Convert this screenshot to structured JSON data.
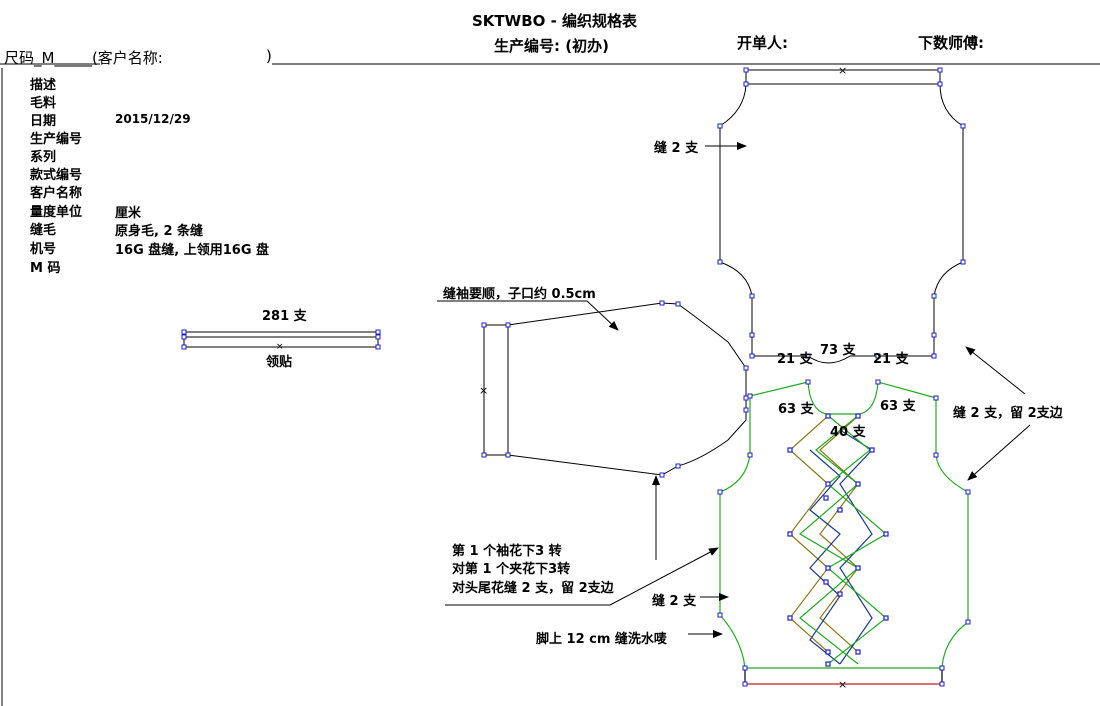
{
  "header": {
    "title": "SKTWBO - 编织规格表",
    "production_no": "生产编号: (初办)",
    "issuer": "开单人:",
    "master": "下数师傅:",
    "size_label": "尺码_M_____(客户名称:",
    "size_close": ")"
  },
  "specs": [
    {
      "label": "描述",
      "value": ""
    },
    {
      "label": "毛料",
      "value": ""
    },
    {
      "label": "日期",
      "value": "2015/12/29"
    },
    {
      "label": "生产编号",
      "value": ""
    },
    {
      "label": "系列",
      "value": ""
    },
    {
      "label": "款式编号",
      "value": ""
    },
    {
      "label": "客户名称",
      "value": ""
    },
    {
      "label": "量度单位",
      "value": "厘米"
    },
    {
      "label": "缝毛",
      "value": "原身毛, 2 条缝"
    },
    {
      "label": "机号",
      "value": "16G 盘缝, 上领用16G 盘"
    },
    {
      "label": "M 码",
      "value": ""
    }
  ],
  "collar": {
    "count": "281 支",
    "name": "领贴"
  },
  "annotations": {
    "sleeve_note": "缝袖要顺，子口约 0.5cm",
    "back_seam": "缝 2 支",
    "shoulder_left": "21 支",
    "neck_width": "73 支",
    "shoulder_right": "21 支",
    "front_left": "63 支",
    "front_right": "63 支",
    "neck_center": "40 支",
    "side_note": "缝 2 支，留 2支边",
    "pattern_note_1": "第 1 个袖花下3 转",
    "pattern_note_2": "对第 1 个夹花下3转",
    "pattern_note_3": "对头尾花缝 2 支，留 2支边",
    "front_seam": "缝 2 支",
    "hem_note": "脚上 12 cm 缝洗水唛"
  },
  "colors": {
    "outline": "#000000",
    "front": "#22aa22",
    "pattern_a": "#8b7a1a",
    "pattern_b": "#1a3a8b",
    "hem": "#c02020",
    "point": "#2020c0"
  }
}
